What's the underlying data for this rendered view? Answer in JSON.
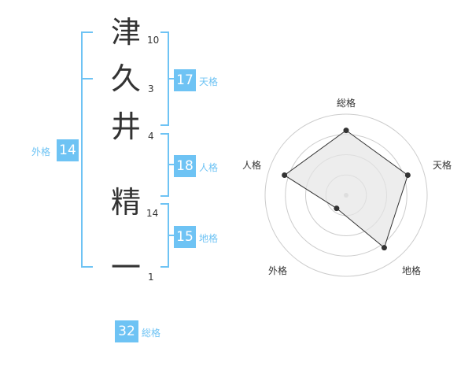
{
  "name": {
    "chars": [
      {
        "char": "津",
        "strokes": "10"
      },
      {
        "char": "久",
        "strokes": "3"
      },
      {
        "char": "井",
        "strokes": "4"
      },
      {
        "char": "精",
        "strokes": "14"
      },
      {
        "char": "一",
        "strokes": "1"
      }
    ]
  },
  "scores": {
    "tenkaku": {
      "value": "17",
      "label": "天格"
    },
    "jinkaku": {
      "value": "18",
      "label": "人格"
    },
    "chikaku": {
      "value": "15",
      "label": "地格"
    },
    "gaikaku": {
      "value": "14",
      "label": "外格"
    },
    "soukaku": {
      "value": "32",
      "label": "総格"
    }
  },
  "chart_data": {
    "type": "radar",
    "axes": [
      "総格",
      "天格",
      "地格",
      "外格",
      "人格"
    ],
    "values": [
      0.8,
      0.8,
      0.8,
      0.2,
      0.8
    ],
    "range": [
      0,
      1
    ],
    "rings": 4
  },
  "colors": {
    "accent": "#6ec3f4",
    "text": "#333333",
    "ring": "#cccccc",
    "fill": "#e6e6e6"
  }
}
